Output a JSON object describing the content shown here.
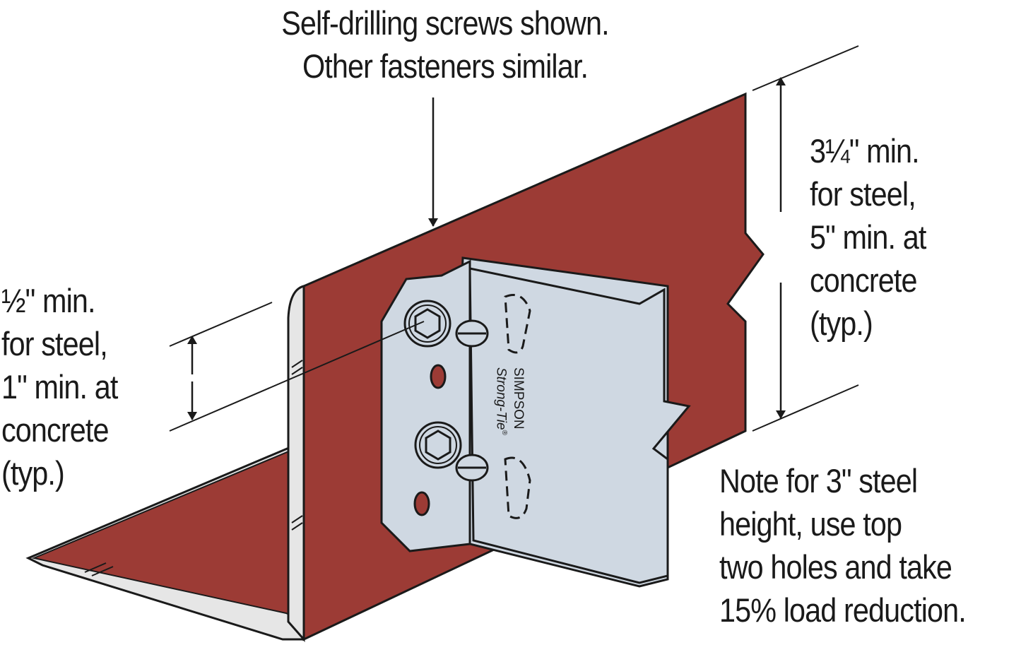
{
  "callouts": {
    "screws": [
      "Self-drilling screws shown.",
      "Other fasteners similar."
    ],
    "top_edge": [
      "3¼\" min.",
      "for steel,",
      "5\" min. at",
      "concrete",
      "(typ.)"
    ],
    "left_edge": [
      "½\" min.",
      "for steel,",
      "1\" min. at",
      "concrete",
      "(typ.)"
    ],
    "note": [
      "Note for 3\" steel",
      "height, use top",
      "two holes and take",
      "15% load reduction."
    ]
  },
  "brand": {
    "line1": "SIMPSON",
    "line2": "Strong-Tie",
    "mark": "®"
  },
  "colors": {
    "steel_web": "#9c3b35",
    "steel_flange": "#e6e6e6",
    "bracket": "#cfd8e2",
    "bracket_edge": "#1a1a1a",
    "screw_head": "#c9d2dc",
    "hole": "#9c3b35"
  },
  "icons": [
    "dimension-arrow-icon",
    "leader-arrow-icon",
    "hex-screw-icon"
  ]
}
